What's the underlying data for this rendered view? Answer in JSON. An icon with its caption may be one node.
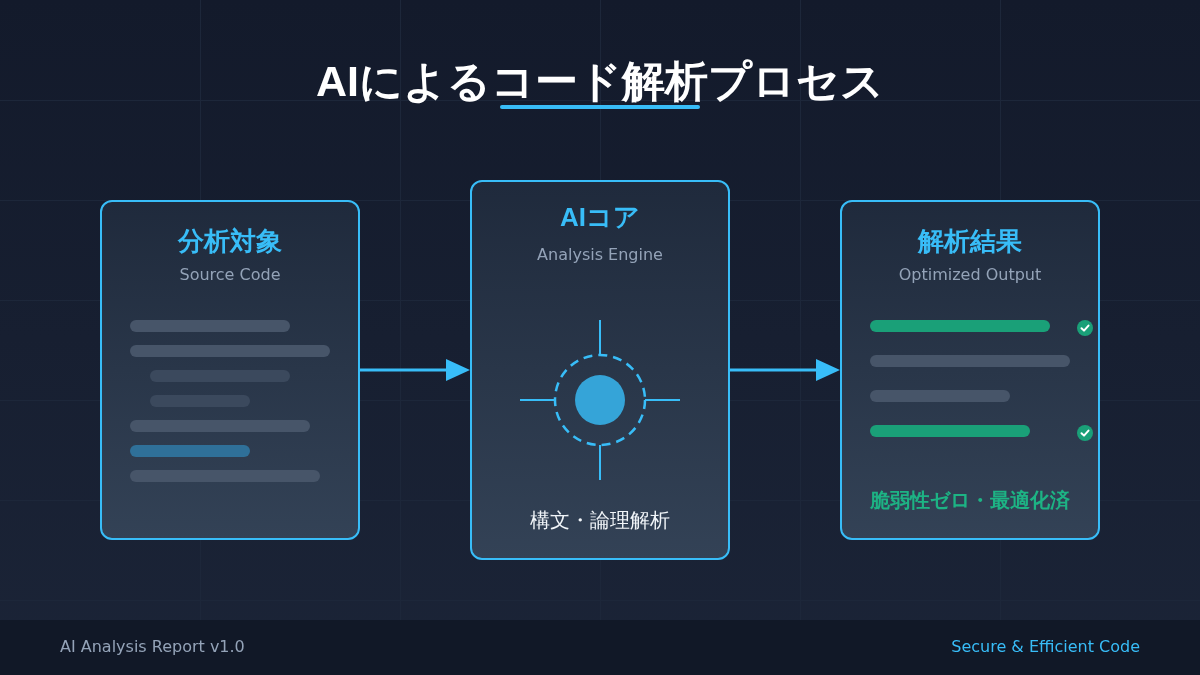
{
  "diagram": {
    "title": "AIによるコード解析プロセス",
    "nodes": [
      {
        "text": [
          "分析対象",
          "Source Code"
        ]
      },
      {
        "text": [
          "AIコア",
          "Analysis Engine",
          "構文・論理解析"
        ]
      },
      {
        "text": [
          "解析結果",
          "Optimized Output",
          "脆弱性ゼロ・最適化済"
        ]
      }
    ],
    "edges": [
      {
        "from": 0,
        "to": 1,
        "arrow": "to"
      },
      {
        "from": 1,
        "to": 2,
        "arrow": "to"
      }
    ],
    "labels": [
      "AI Analysis Report v1.0",
      "Secure & Efficient Code"
    ]
  }
}
